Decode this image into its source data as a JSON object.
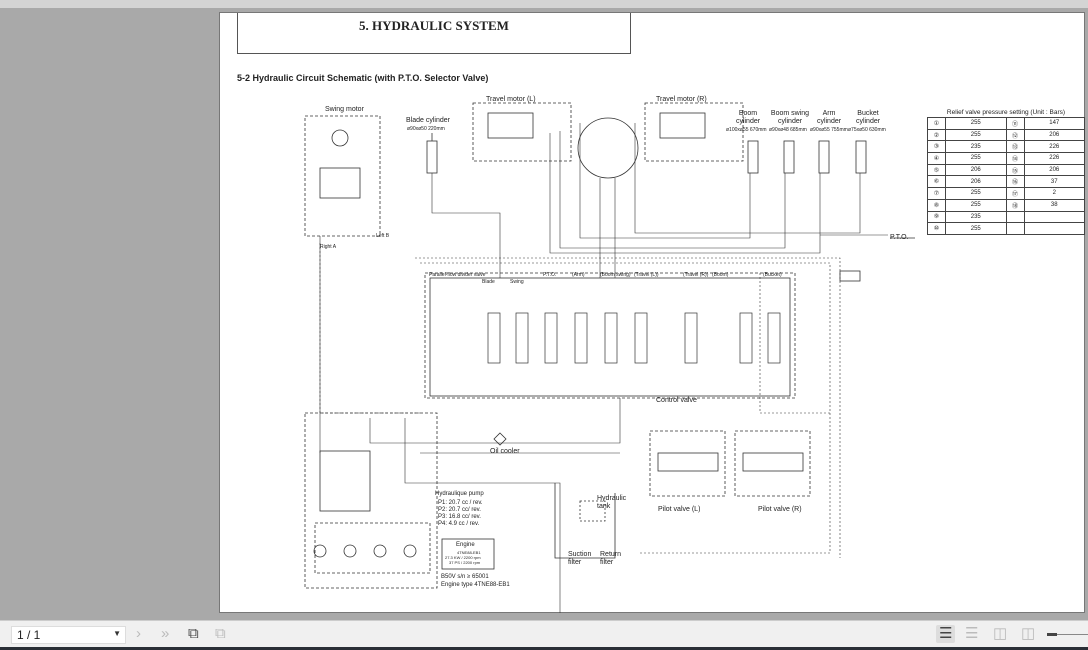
{
  "document": {
    "header": "5. HYDRAULIC SYSTEM",
    "subtitle": "5-2 Hydraulic Circuit Schematic (with P.T.O. Selector Valve)",
    "labels": {
      "swing_motor": "Swing motor",
      "blade_cylinder": "Blade cylinder",
      "blade_dim": "ø90xø50 220mm",
      "travel_l": "Travel motor (L)",
      "travel_r": "Travel motor (R)",
      "boom": "Boom cylinder",
      "boom_dim": "ø100xø55 670mm",
      "boom_swing": "Boom swing cylinder",
      "boom_swing_dim": "ø90xø48 685mm",
      "arm": "Arm cylinder",
      "arm_dim": "ø90xø55 755mm",
      "bucket": "Bucket cylinder",
      "bucket_dim": "ø75xø50 630mm",
      "pto": "P.T.O.",
      "right_a": "Right A",
      "left_b": "Left B",
      "control_valve": "Control valve",
      "oil_cooler": "Oil cooler",
      "pump_title": "Hydraulique pump",
      "p1": "P1: 20.7 cc / rev.",
      "p2": "P2: 20.7 cc/ rev.",
      "p3": "P3: 16.8 cc/ rev.",
      "p4": "P4: 4.9 cc / rev.",
      "engine": "Engine",
      "engine_model": "4TNE88-EB1",
      "engine_kw": "27.3 KW / 2200 rpm",
      "engine_ps": "37 PS / 2200 rpm",
      "serial": "B50V s/n ≥ 65001",
      "engine_type": "Engine type 4TNE88-EB1",
      "tank": "Hydraulic tank",
      "suction": "Suction filter",
      "return": "Return filter",
      "pilot_l": "Pilot valve (L)",
      "pilot_r": "Pilot valve (R)",
      "sections": [
        "Parallel-flow divider valve",
        "Blade",
        "Swing",
        "P.T.O.",
        "(Arm)",
        "(Boom swing)",
        "(Travel (L))",
        "(Travel (R))",
        "(Boom)",
        "(Bucket)"
      ]
    },
    "relief_table": {
      "caption": "Relief valve pressure setting (Unit : Bars)",
      "rows": [
        [
          "①",
          "255",
          "⑪",
          "147"
        ],
        [
          "②",
          "255",
          "⑫",
          "206"
        ],
        [
          "③",
          "235",
          "⑬",
          "226"
        ],
        [
          "④",
          "255",
          "⑭",
          "226"
        ],
        [
          "⑤",
          "206",
          "⑮",
          "206"
        ],
        [
          "⑥",
          "206",
          "⑯",
          "37"
        ],
        [
          "⑦",
          "255",
          "⑰",
          "2"
        ],
        [
          "⑧",
          "255",
          "⑱",
          "38"
        ],
        [
          "⑨",
          "235",
          "",
          ""
        ],
        [
          "⑩",
          "255",
          "",
          ""
        ]
      ]
    }
  },
  "toolbar": {
    "page_indicator": "1 / 1",
    "icons": [
      "next-page-icon",
      "last-page-icon",
      "rotate-icon",
      "two-page-icon",
      "single-page-view-icon",
      "continuous-view-icon",
      "facing-view-icon",
      "facing-continuous-view-icon",
      "zoom-slider"
    ]
  }
}
